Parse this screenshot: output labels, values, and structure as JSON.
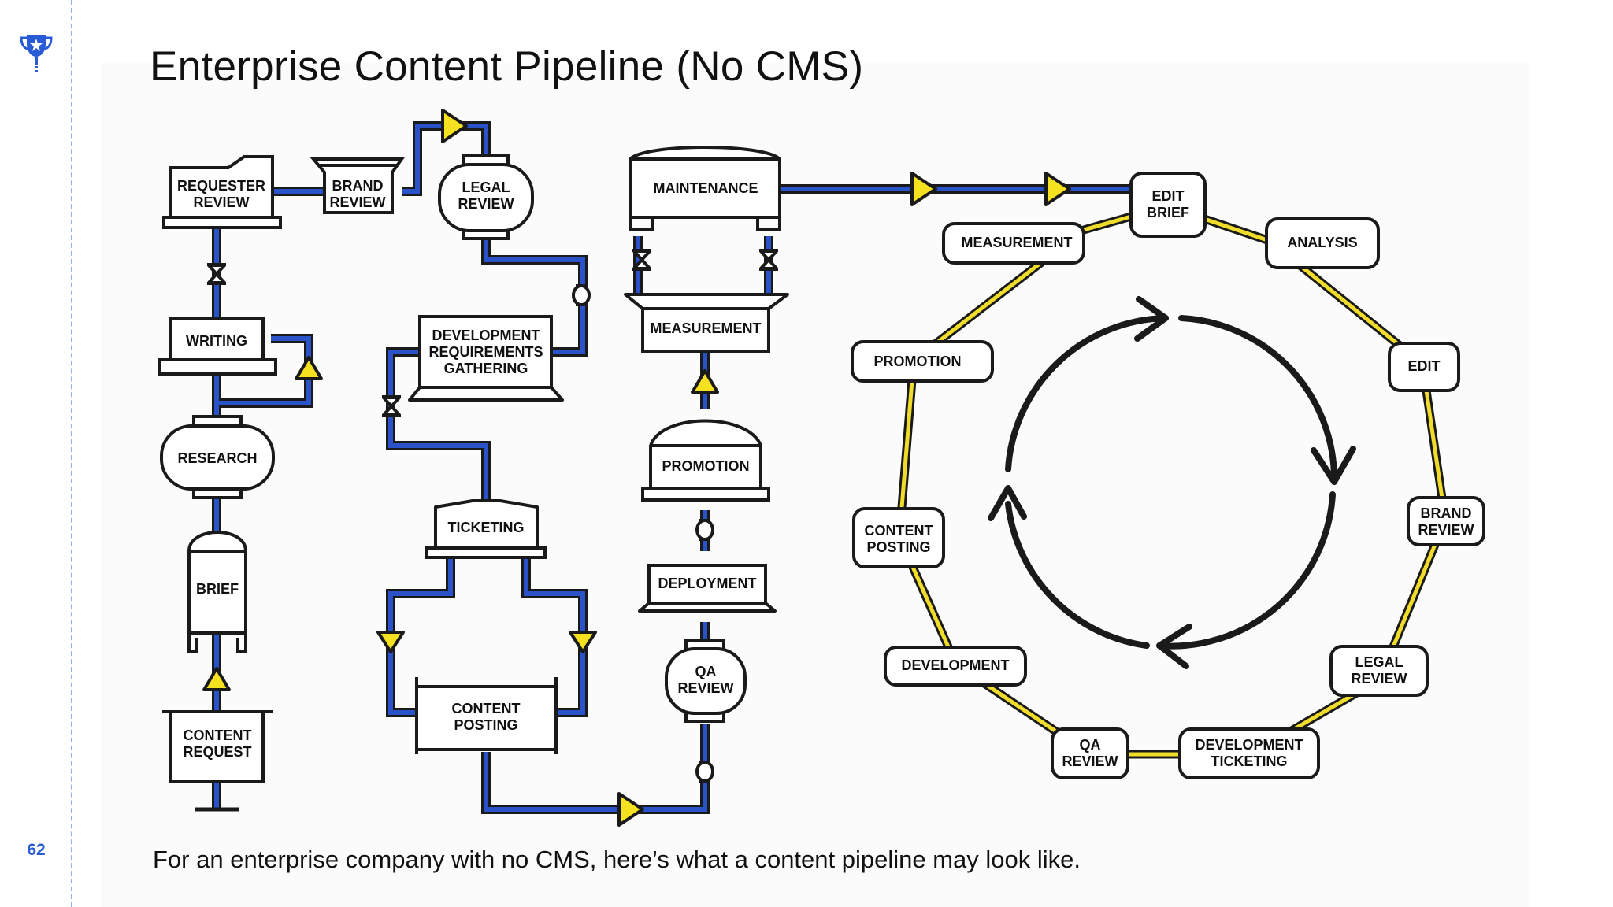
{
  "slide": {
    "title": "Enterprise Content Pipeline (No CMS)",
    "caption": "For an enterprise company with no CMS, here’s what a content pipeline may look like.",
    "page_number": "62",
    "logo_icon": "trophy-icon"
  },
  "colors": {
    "pipe_blue": "#2a52c9",
    "arrow_yellow": "#f5e11f",
    "cycle_yellow": "#f0dc2a",
    "outline": "#1a1a1a",
    "page_number": "#2a5bd7"
  },
  "pipeline": {
    "column1": {
      "requester_review": [
        "REQUESTER",
        "REVIEW"
      ],
      "brand_review": [
        "BRAND",
        "REVIEW"
      ],
      "writing": [
        "WRITING"
      ],
      "research": [
        "RESEARCH"
      ],
      "brief": [
        "BRIEF"
      ],
      "content_request": [
        "CONTENT",
        "REQUEST"
      ]
    },
    "column2": {
      "legal_review": [
        "LEGAL",
        "REVIEW"
      ],
      "dev_requirements": [
        "DEVELOPMENT",
        "REQUIREMENTS",
        "GATHERING"
      ],
      "ticketing": [
        "TICKETING"
      ],
      "content_posting": [
        "CONTENT",
        "POSTING"
      ]
    },
    "column3": {
      "maintenance": [
        "MAINTENANCE"
      ],
      "measurement": [
        "MEASUREMENT"
      ],
      "promotion": [
        "PROMOTION"
      ],
      "deployment": [
        "DEPLOYMENT"
      ],
      "qa_review": [
        "QA",
        "REVIEW"
      ]
    }
  },
  "cycle": {
    "nodes": {
      "edit_brief": [
        "EDIT",
        "BRIEF"
      ],
      "analysis": [
        "ANALYSIS"
      ],
      "edit": [
        "EDIT"
      ],
      "brand_review": [
        "BRAND",
        "REVIEW"
      ],
      "legal_review": [
        "LEGAL",
        "REVIEW"
      ],
      "development_ticketing": [
        "DEVELOPMENT",
        "TICKETING"
      ],
      "qa_review": [
        "QA",
        "REVIEW"
      ],
      "development": [
        "DEVELOPMENT"
      ],
      "content_posting": [
        "CONTENT",
        "POSTING"
      ],
      "promotion": [
        "PROMOTION"
      ],
      "measurement": [
        "MEASUREMENT"
      ]
    }
  }
}
